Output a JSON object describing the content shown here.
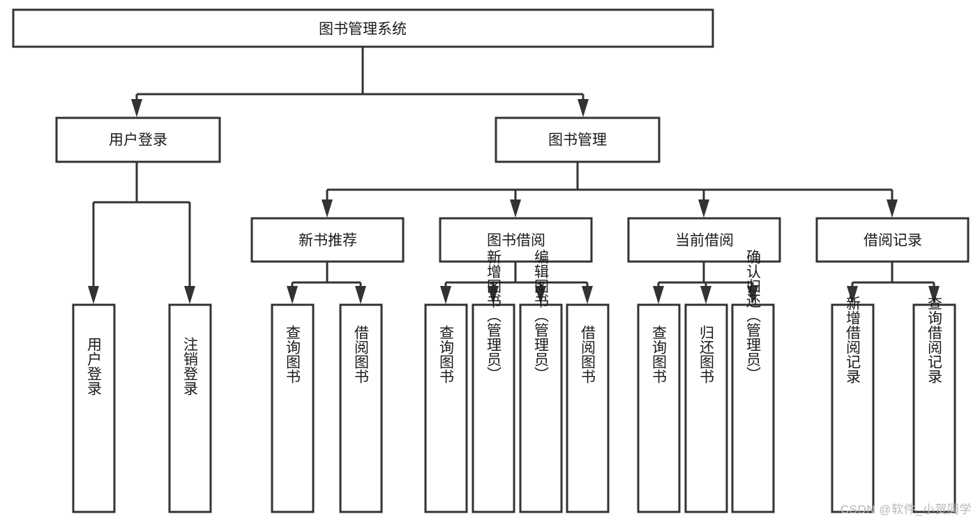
{
  "diagram": {
    "type": "tree",
    "title": "图书管理系统",
    "orientation": "top-down",
    "root": {
      "id": "root",
      "label": "图书管理系统",
      "level": 0
    },
    "level2": [
      {
        "id": "user-login",
        "label": "用户登录"
      },
      {
        "id": "book-manage",
        "label": "图书管理"
      }
    ],
    "level3": [
      {
        "id": "new-book-recommend",
        "label": "新书推荐",
        "parent": "book-manage"
      },
      {
        "id": "book-borrow",
        "label": "图书借阅",
        "parent": "book-manage"
      },
      {
        "id": "current-borrow",
        "label": "当前借阅",
        "parent": "book-manage"
      },
      {
        "id": "borrow-record",
        "label": "借阅记录",
        "parent": "book-manage"
      }
    ],
    "leaves": [
      {
        "id": "leaf-user-login",
        "label": "用户登录",
        "parent": "user-login"
      },
      {
        "id": "leaf-logout-login",
        "label": "注销登录",
        "parent": "user-login"
      },
      {
        "id": "leaf-query-book-1",
        "label": "查询图书",
        "parent": "new-book-recommend"
      },
      {
        "id": "leaf-borrow-book-1",
        "label": "借阅图书",
        "parent": "new-book-recommend"
      },
      {
        "id": "leaf-query-book-2",
        "label": "查询图书",
        "parent": "book-borrow"
      },
      {
        "id": "leaf-add-book",
        "label": "新增图书（管理员）",
        "parent": "book-borrow"
      },
      {
        "id": "leaf-edit-book",
        "label": "编辑图书（管理员）",
        "parent": "book-borrow"
      },
      {
        "id": "leaf-borrow-book-2",
        "label": "借阅图书",
        "parent": "book-borrow"
      },
      {
        "id": "leaf-query-book-3",
        "label": "查询图书",
        "parent": "current-borrow"
      },
      {
        "id": "leaf-return-book",
        "label": "归还图书",
        "parent": "current-borrow"
      },
      {
        "id": "leaf-confirm-return",
        "label": "确认归还（管理员）",
        "parent": "current-borrow"
      },
      {
        "id": "leaf-add-record",
        "label": "新增借阅记录",
        "parent": "borrow-record"
      },
      {
        "id": "leaf-query-record",
        "label": "查询借阅记录",
        "parent": "borrow-record"
      }
    ],
    "colors": {
      "stroke": "#333333",
      "fill": "#ffffff",
      "text": "#1a1a1a",
      "background": "#ffffff",
      "watermark": "#b8b8b8"
    }
  },
  "watermark": {
    "text": "CSDN @软件_小贺同学"
  }
}
